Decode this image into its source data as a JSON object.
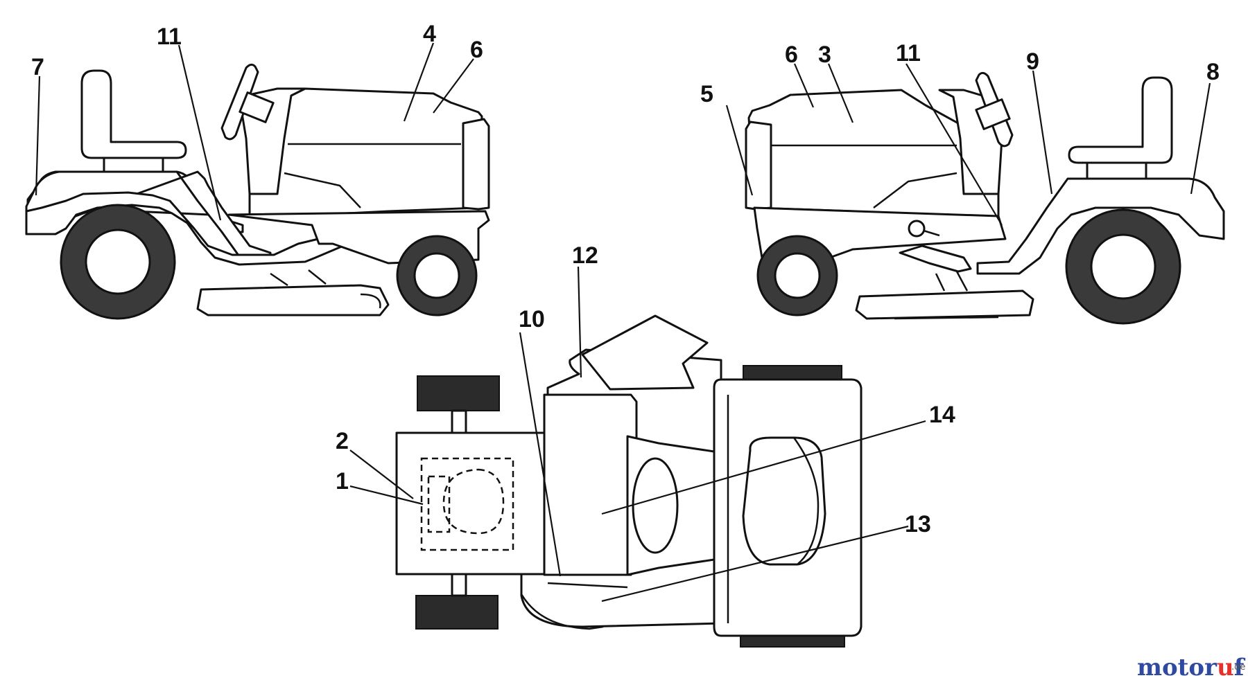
{
  "callouts": {
    "c1": "1",
    "c2": "2",
    "c3": "3",
    "c4": "4",
    "c5": "5",
    "c6a": "6",
    "c6b": "6",
    "c7": "7",
    "c8": "8",
    "c9": "9",
    "c10": "10",
    "c11a": "11",
    "c11b": "11",
    "c12": "12",
    "c13": "13",
    "c14": "14"
  },
  "watermark": {
    "main": "motoruf",
    "suffix": ".de",
    "colors": {
      "primary": "#2f4aa0",
      "accent": "#e4322b"
    }
  }
}
